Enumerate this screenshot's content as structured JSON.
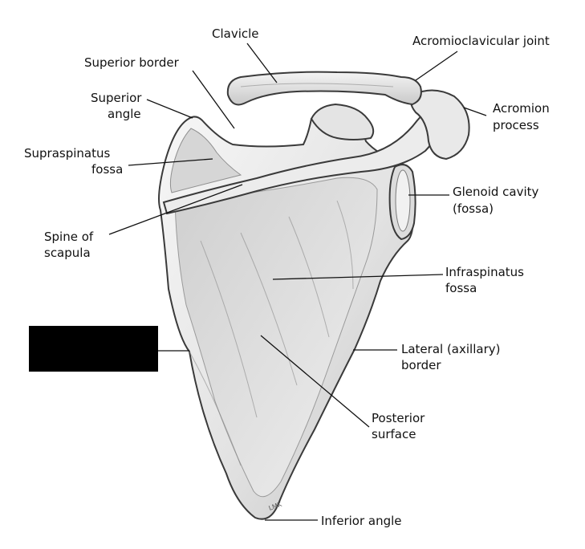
{
  "labels": {
    "clavicle": "Clavicle",
    "acromioclavicular_joint": "Acromioclavicular joint",
    "superior_border": "Superior border",
    "superior_angle_1": "Superior",
    "superior_angle_2": "angle",
    "acromion_1": "Acromion",
    "acromion_2": "process",
    "supraspinatus_1": "Supraspinatus",
    "supraspinatus_2": "fossa",
    "glenoid_1": "Glenoid cavity",
    "glenoid_2": "(fossa)",
    "spine_1": "Spine of",
    "spine_2": "scapula",
    "infraspinatus_1": "Infraspinatus",
    "infraspinatus_2": "fossa",
    "lateral_1": "Lateral (axillary)",
    "lateral_2": "border",
    "posterior_1": "Posterior",
    "posterior_2": "surface",
    "inferior_angle": "Inferior angle",
    "signature": "LMK"
  },
  "colors": {
    "bone_light": "#f2f2f2",
    "bone_mid": "#d9d9d9",
    "bone_dark": "#a8a8a8",
    "outline": "#3a3a3a",
    "redaction": "#000000"
  }
}
